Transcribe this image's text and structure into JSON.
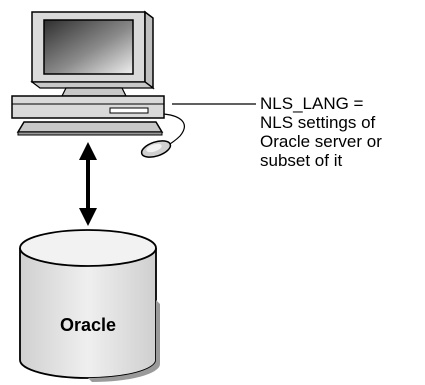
{
  "client": {
    "name": "client-computer"
  },
  "annotation": {
    "line1": "NLS_LANG =",
    "line2": "NLS settings of",
    "line3": "Oracle server or",
    "line4": "subset of it"
  },
  "database": {
    "label": "Oracle"
  },
  "colors": {
    "stroke": "#000000",
    "screen_dark": "#333333",
    "screen_light": "#e8e8e8",
    "body_fill": "#d9d9d9",
    "cylinder_fill": "#e6e6e6"
  }
}
